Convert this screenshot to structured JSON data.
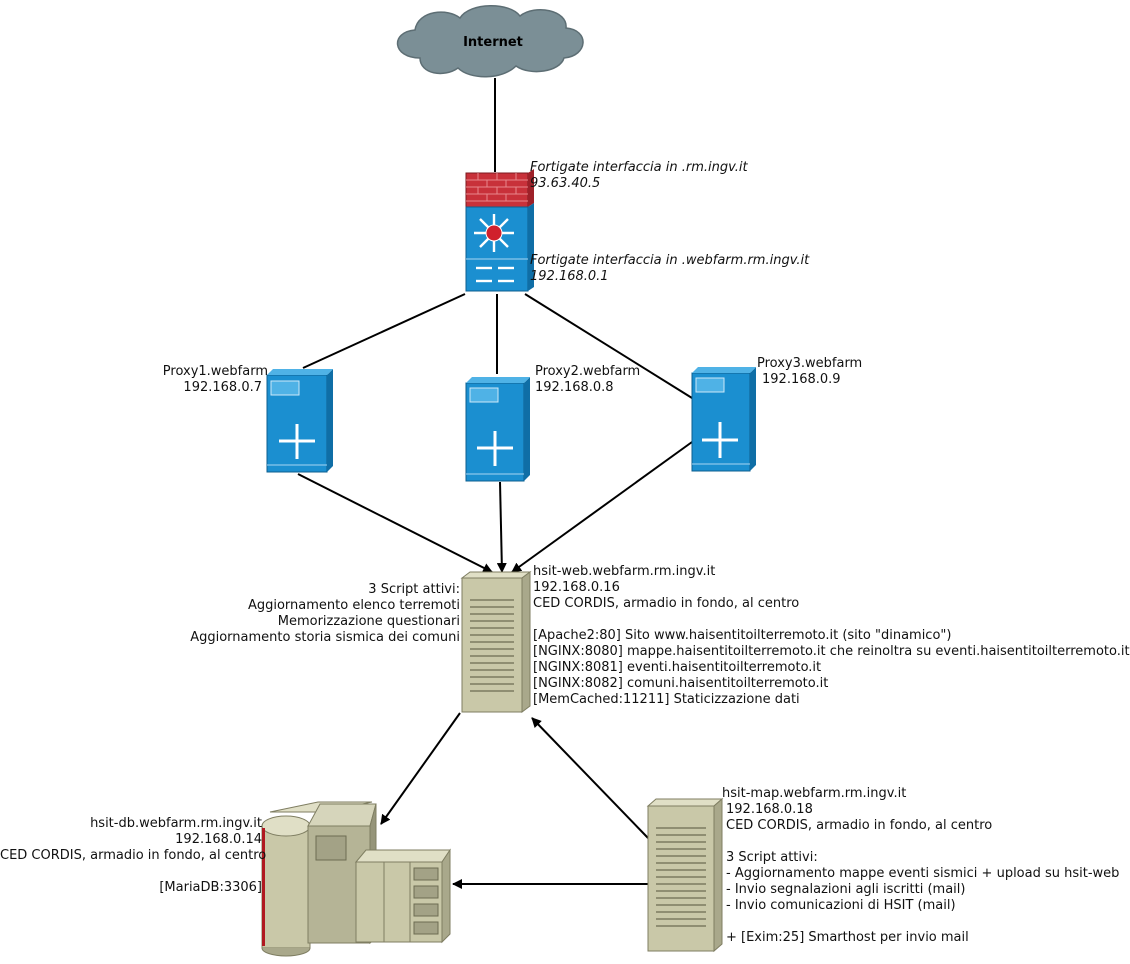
{
  "internet": {
    "label": "Internet"
  },
  "firewall": {
    "external_label": "Fortigate interfaccia in .rm.ingv.it",
    "external_ip": "93.63.40.5",
    "internal_label": "Fortigate interfaccia in .webfarm.rm.ingv.it",
    "internal_ip": "192.168.0.1"
  },
  "proxies": [
    {
      "name": "Proxy1.webfarm",
      "ip": "192.168.0.7"
    },
    {
      "name": "Proxy2.webfarm",
      "ip": "192.168.0.8"
    },
    {
      "name": "Proxy3.webfarm",
      "ip": "192.168.0.9"
    }
  ],
  "web": {
    "host": "hsit-web.webfarm.rm.ingv.it",
    "ip": "192.168.0.16",
    "location": "CED CORDIS, armadio in fondo, al centro",
    "services": [
      "[Apache2:80] Sito www.haisentitoilterremoto.it (sito \"dinamico\")",
      "[NGINX:8080] mappe.haisentitoilterremoto.it che reinoltra su eventi.haisentitoilterremoto.it",
      "[NGINX:8081] eventi.haisentitoilterremoto.it",
      "[NGINX:8082] comuni.haisentitoilterremoto.it",
      "[MemCached:11211] Staticizzazione dati"
    ],
    "scripts_title": "3 Script attivi:",
    "scripts": [
      "Aggiornamento elenco terremoti",
      "Memorizzazione questionari",
      "Aggiornamento storia sismica dei comuni"
    ]
  },
  "db": {
    "host": "hsit-db.webfarm.rm.ingv.it",
    "ip": "192.168.0.14",
    "location": "CED CORDIS, armadio in fondo, al centro",
    "service": "[MariaDB:3306]"
  },
  "map": {
    "host": "hsit-map.webfarm.rm.ingv.it",
    "ip": "192.168.0.18",
    "location": "CED CORDIS, armadio in fondo, al centro",
    "scripts_title": "3 Script attivi:",
    "scripts": [
      "- Aggiornamento mappe eventi sismici + upload su hsit-web",
      "- Invio segnalazioni agli iscritti (mail)",
      "- Invio comunicazioni di HSIT (mail)"
    ],
    "extra": "+ [Exim:25] Smarthost per invio mail"
  },
  "colors": {
    "cloud": "#7b8f96",
    "firewall_red": "#c8313a",
    "device_blue": "#1b8fd0",
    "server_beige": "#c9c8a8"
  }
}
